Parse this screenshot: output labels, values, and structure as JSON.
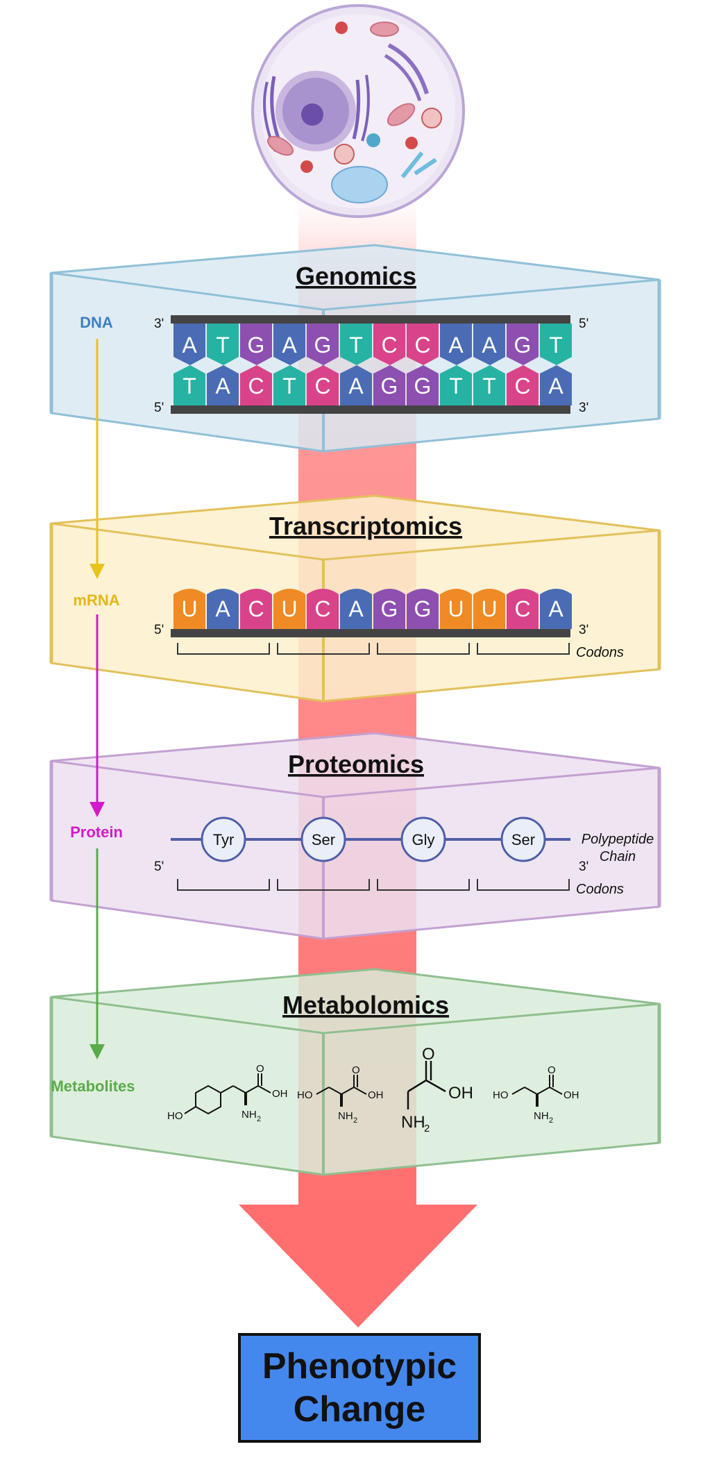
{
  "layers": [
    {
      "title": "Genomics",
      "label": "DNA",
      "fill": "#dbe9f2",
      "stroke": "#8fc0d8",
      "label_color": "#3d7fc2"
    },
    {
      "title": "Transcriptomics",
      "label": "mRNA",
      "fill": "#fdf0cc",
      "stroke": "#e2c15a",
      "label_color": "#e3b719"
    },
    {
      "title": "Proteomics",
      "label": "Protein",
      "fill": "#ece1f0",
      "stroke": "#c3a0d2",
      "label_color": "#d21bc8"
    },
    {
      "title": "Metabolomics",
      "label": "Metabolites",
      "fill": "#d9ecd9",
      "stroke": "#8fbf8f",
      "label_color": "#5aab4a"
    }
  ],
  "dna": {
    "top_strand": [
      "A",
      "T",
      "G",
      "A",
      "G",
      "T",
      "C",
      "C",
      "A",
      "A",
      "G",
      "T"
    ],
    "bottom_strand": [
      "T",
      "A",
      "C",
      "T",
      "C",
      "A",
      "G",
      "G",
      "T",
      "T",
      "C",
      "A"
    ],
    "top_left_end": "3'",
    "top_right_end": "5'",
    "bottom_left_end": "5'",
    "bottom_right_end": "3'"
  },
  "mrna": {
    "bases": [
      "U",
      "A",
      "C",
      "U",
      "C",
      "A",
      "G",
      "G",
      "U",
      "U",
      "C",
      "A"
    ],
    "left_end": "5'",
    "right_end": "3'",
    "codons_label": "Codons"
  },
  "protein": {
    "residues": [
      "Tyr",
      "Ser",
      "Gly",
      "Ser"
    ],
    "left_end": "5'",
    "right_end": "3'",
    "chain_label_line1": "Polypeptide",
    "chain_label_line2": "Chain",
    "codons_label": "Codons"
  },
  "metabolites": {
    "chem_labels": {
      "o": "O",
      "oh": "OH",
      "ho": "HO",
      "nh2": "NH",
      "sub2": "2"
    }
  },
  "base_colors": {
    "A": "#4a6cb5",
    "T": "#26b3a3",
    "G": "#8d4fb0",
    "C": "#d9438a",
    "U": "#ef8a24"
  },
  "flow_color": "#ff6f6f",
  "outcome": {
    "line1": "Phenotypic",
    "line2": "Change",
    "color": "#4488ee"
  }
}
